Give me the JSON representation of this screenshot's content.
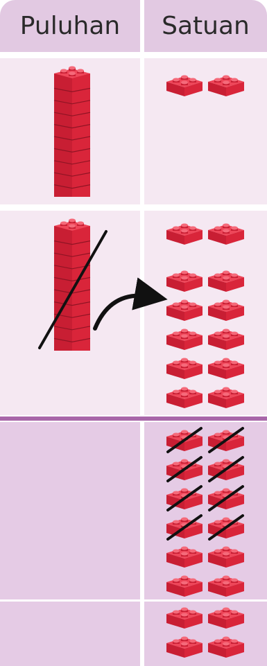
{
  "headers": {
    "tens": "Puluhan",
    "ones": "Satuan"
  },
  "colors": {
    "brick": "#d9253a",
    "header_bg": "#e2c9e2",
    "cell_light": "#f5e8f2",
    "cell_dark": "#e5cbe5",
    "divider": "#a866a9",
    "stroke": "#111111"
  },
  "rows": [
    {
      "tens_rods": 1,
      "ones_bricks": 2,
      "crossed_out_rod": false
    },
    {
      "tens_rods": 1,
      "ones_bricks": 12,
      "crossed_out_rod": true,
      "regroup_arrow": true
    },
    {
      "tens_rods": 0,
      "ones_bricks": 12,
      "crossed_out_ones": 8
    },
    {
      "tens_rods": 0,
      "ones_bricks": 4
    }
  ]
}
